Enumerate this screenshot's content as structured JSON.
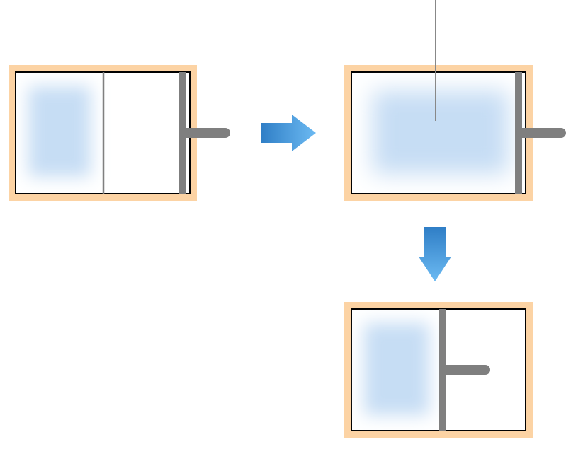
{
  "diagram": {
    "panels": [
      {
        "id": "initial-state",
        "gas_fill": "partial-left",
        "divider": "thin-partition",
        "piston": "right-end"
      },
      {
        "id": "expanded-state",
        "gas_fill": "full",
        "divider": "removed",
        "piston": "right-end"
      },
      {
        "id": "compressed-state",
        "gas_fill": "partial-left",
        "divider": "piston",
        "piston": "middle"
      }
    ],
    "arrows": [
      {
        "from": "initial-state",
        "to": "expanded-state",
        "direction": "right"
      },
      {
        "from": "expanded-state",
        "to": "compressed-state",
        "direction": "down"
      }
    ],
    "colors": {
      "container_border": "#fcd3a4",
      "wall": "#000000",
      "piston": "#7f7f7f",
      "gas": "#c6ddf4",
      "arrow_dark": "#2f7ec6",
      "arrow_light": "#5fb2ef",
      "removal_line": "#888888"
    }
  }
}
